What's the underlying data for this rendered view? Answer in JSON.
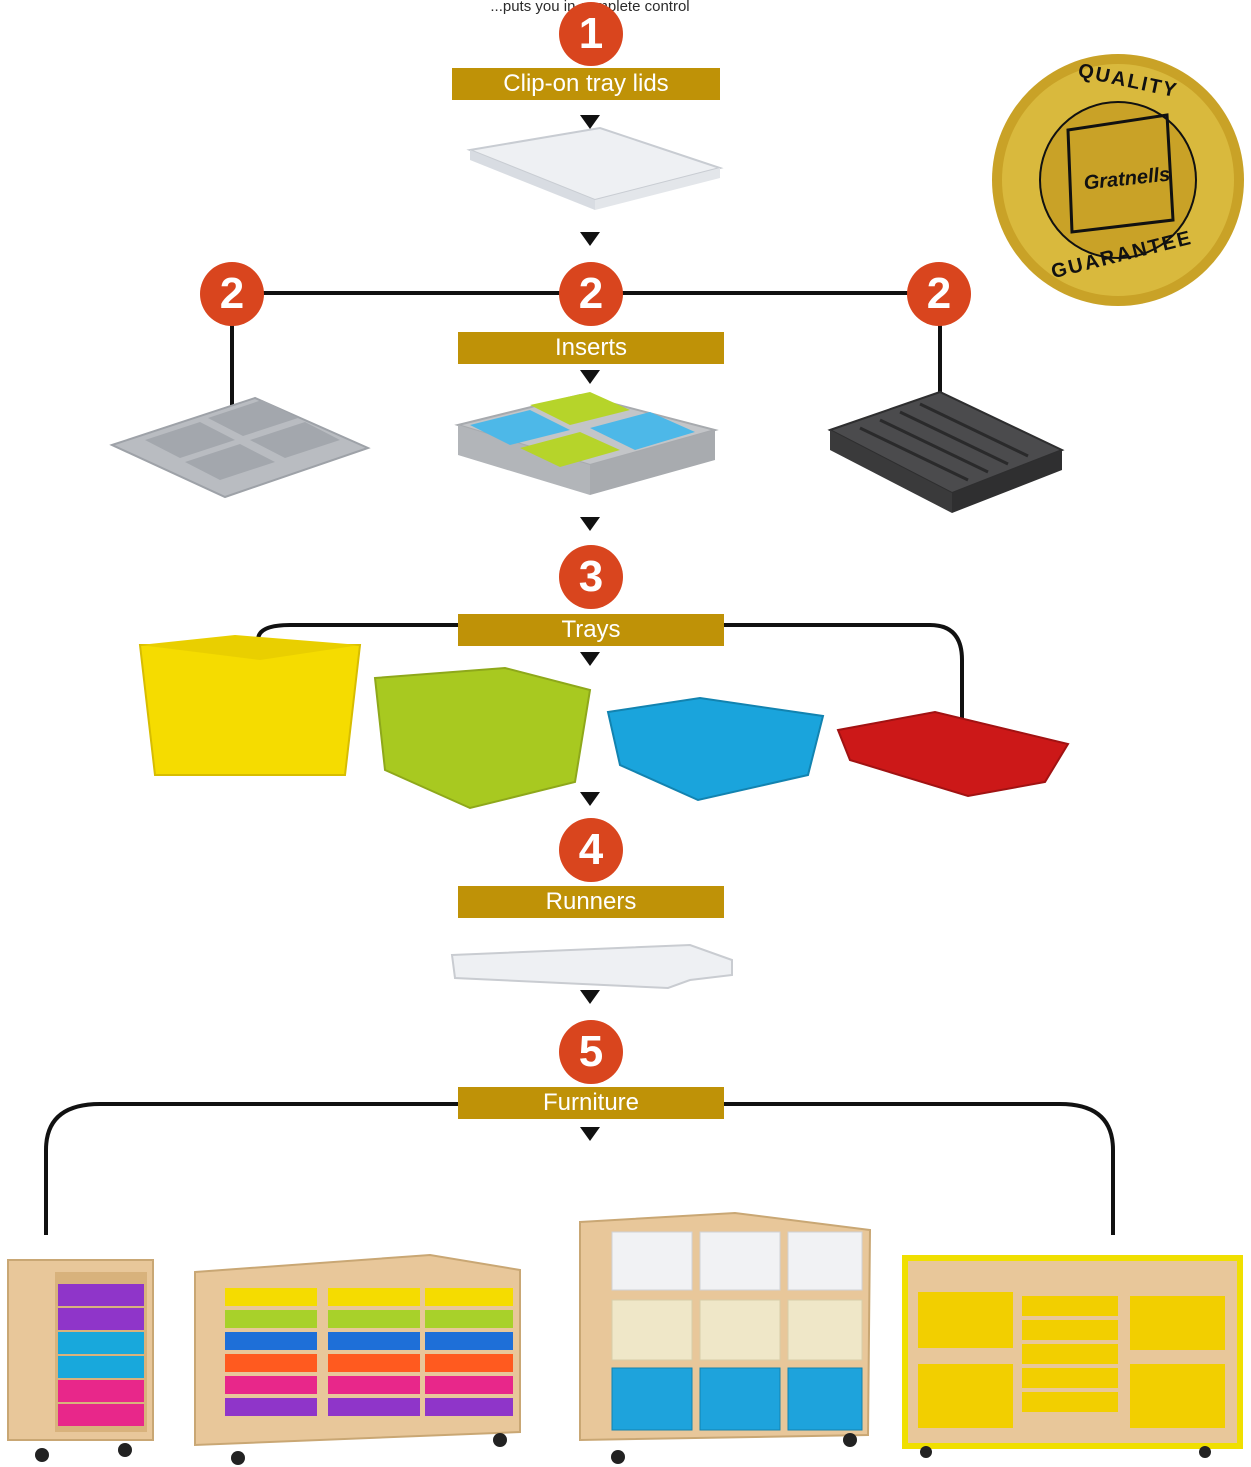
{
  "caption": "...puts you in complete control",
  "steps": [
    {
      "number": "1",
      "label": "Clip-on tray lids"
    },
    {
      "number": "2",
      "label": "Inserts"
    },
    {
      "number": "3",
      "label": "Trays"
    },
    {
      "number": "4",
      "label": "Runners"
    },
    {
      "number": "5",
      "label": "Furniture"
    }
  ],
  "badge": {
    "top_text": "QUALITY",
    "bottom_text": "GUARANTEE",
    "brand": "Gratnells"
  },
  "colors": {
    "step_circle": "#d9451e",
    "label_bar": "#bf9207",
    "connector": "#111111",
    "badge_gold": "#c9a227",
    "wood": "#e8c79a"
  }
}
